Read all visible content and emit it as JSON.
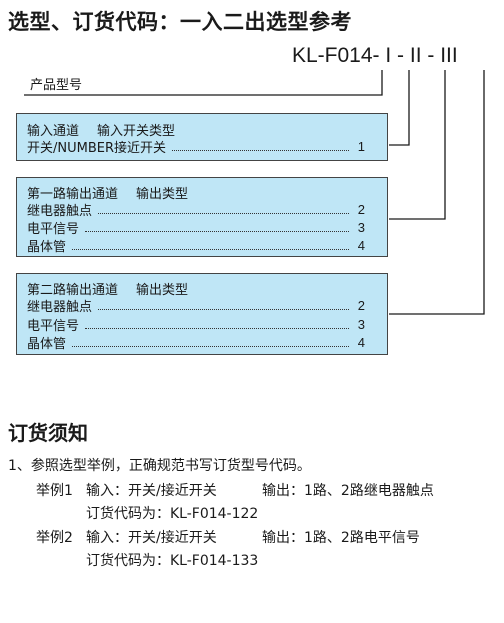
{
  "title": "选型、订货代码：一入二出选型参考",
  "model_code": "KL-F014-  I - II -  III",
  "model_label": "产品型号",
  "box_input": {
    "heading_left": "输入通道",
    "heading_right": "输入开关类型",
    "rows": [
      {
        "label": "开关/NUMBER接近开关",
        "num": "1"
      }
    ]
  },
  "box_output1": {
    "heading_left": "第一路输出通道",
    "heading_right": "输出类型",
    "rows": [
      {
        "label": "继电器触点",
        "num": "2"
      },
      {
        "label": "电平信号",
        "num": "3"
      },
      {
        "label": "晶体管",
        "num": "4"
      }
    ]
  },
  "box_output2": {
    "heading_left": "第二路输出通道",
    "heading_right": "输出类型",
    "rows": [
      {
        "label": "继电器触点",
        "num": "2"
      },
      {
        "label": "电平信号",
        "num": "3"
      },
      {
        "label": "晶体管",
        "num": "4"
      }
    ]
  },
  "order": {
    "heading": "订货须知",
    "intro": "1、参照选型举例，正确规范书写订货型号代码。",
    "examples": [
      {
        "label": "举例1",
        "input": "输入：开关/接近开关",
        "output": "输出：1路、2路继电器触点",
        "code": "订货代码为：KL-F014-122"
      },
      {
        "label": "举例2",
        "input": "输入：开关/接近开关",
        "output": "输出：1路、2路电平信号",
        "code": "订货代码为：KL-F014-133"
      }
    ]
  }
}
